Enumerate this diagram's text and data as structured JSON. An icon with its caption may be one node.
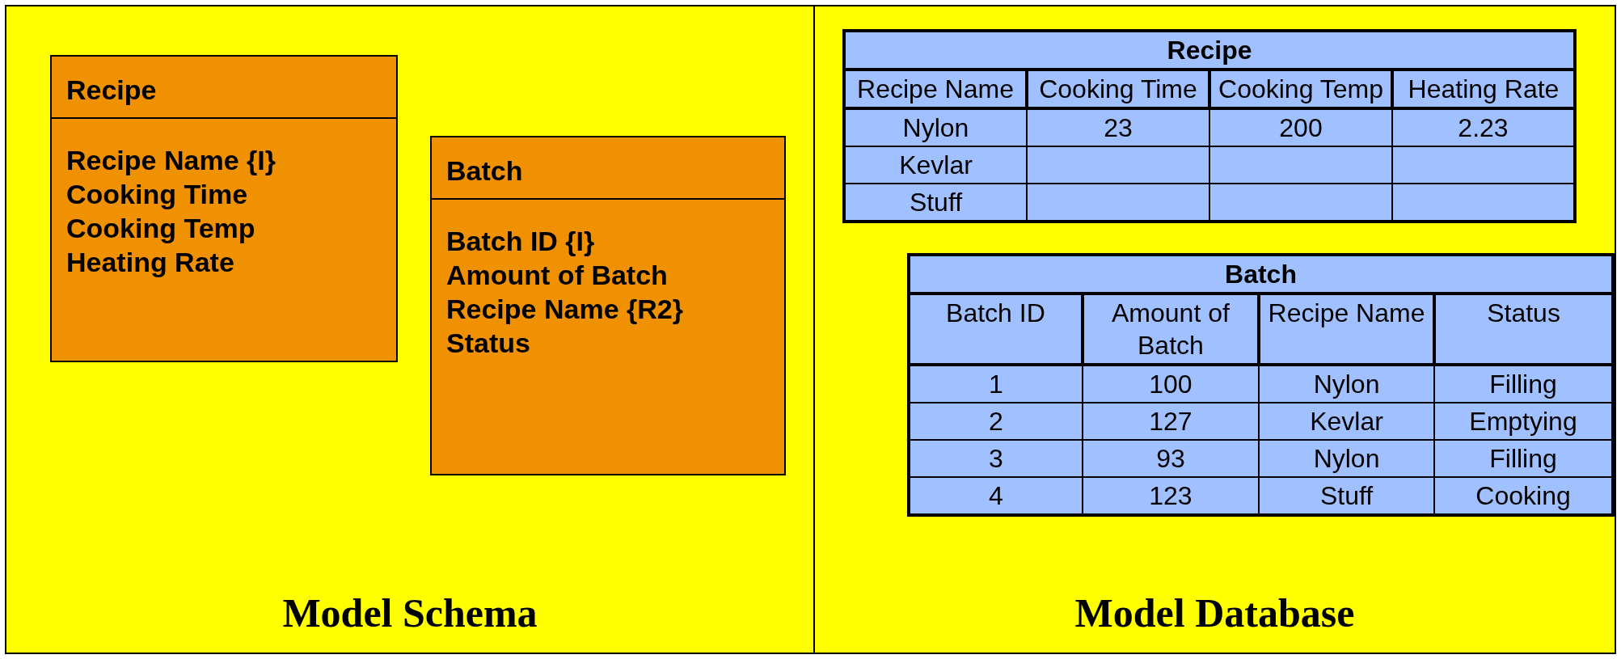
{
  "diagram": {
    "nodes": [
      {
        "text": [
          "Model Schema"
        ]
      },
      {
        "text": [
          "Recipe",
          "Recipe Name {I}",
          "Cooking Time",
          "Cooking Temp",
          "Heating Rate"
        ],
        "in": 0
      },
      {
        "text": [
          "Batch",
          "Batch ID {I}",
          "Amount of Batch",
          "Recipe Name {R2}",
          "Status"
        ],
        "in": 0
      },
      {
        "text": [
          "Model Database"
        ]
      },
      {
        "text": [
          "Recipe",
          "Recipe Name",
          "Cooking Time",
          "Cooking Temp",
          "Heating Rate",
          "Nylon",
          "23",
          "200",
          "2.23",
          "Kevlar",
          "Stuff"
        ],
        "in": 3
      },
      {
        "text": [
          "Batch",
          "Batch ID",
          "Amount of Batch",
          "Recipe Name",
          "Status",
          "1",
          "100",
          "Nylon",
          "Filling",
          "2",
          "127",
          "Kevlar",
          "Emptying",
          "3",
          "93",
          "Nylon",
          "Filling",
          "4",
          "123",
          "Stuff",
          "Cooking"
        ],
        "in": 3
      }
    ],
    "edges": []
  }
}
